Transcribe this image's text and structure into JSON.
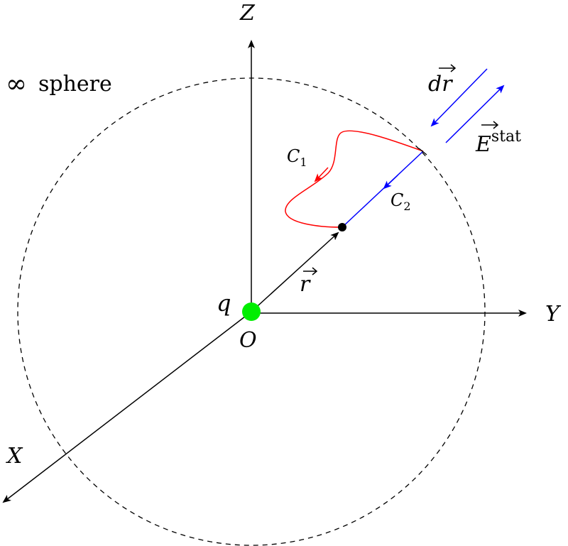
{
  "labels": {
    "z_axis": "Z",
    "y_axis": "Y",
    "x_axis": "X",
    "origin": "O",
    "charge": "q",
    "position_vector": "r",
    "sphere_symbol": "∞",
    "sphere_text": "sphere",
    "path1": "C",
    "path1_sub": "1",
    "path2": "C",
    "path2_sub": "2",
    "displacement": "dr",
    "field": "E",
    "field_sup": "stat"
  },
  "colors": {
    "charge": "#00ee00",
    "path1": "#ff0000",
    "path2": "#0000ff",
    "axes": "#000000"
  }
}
